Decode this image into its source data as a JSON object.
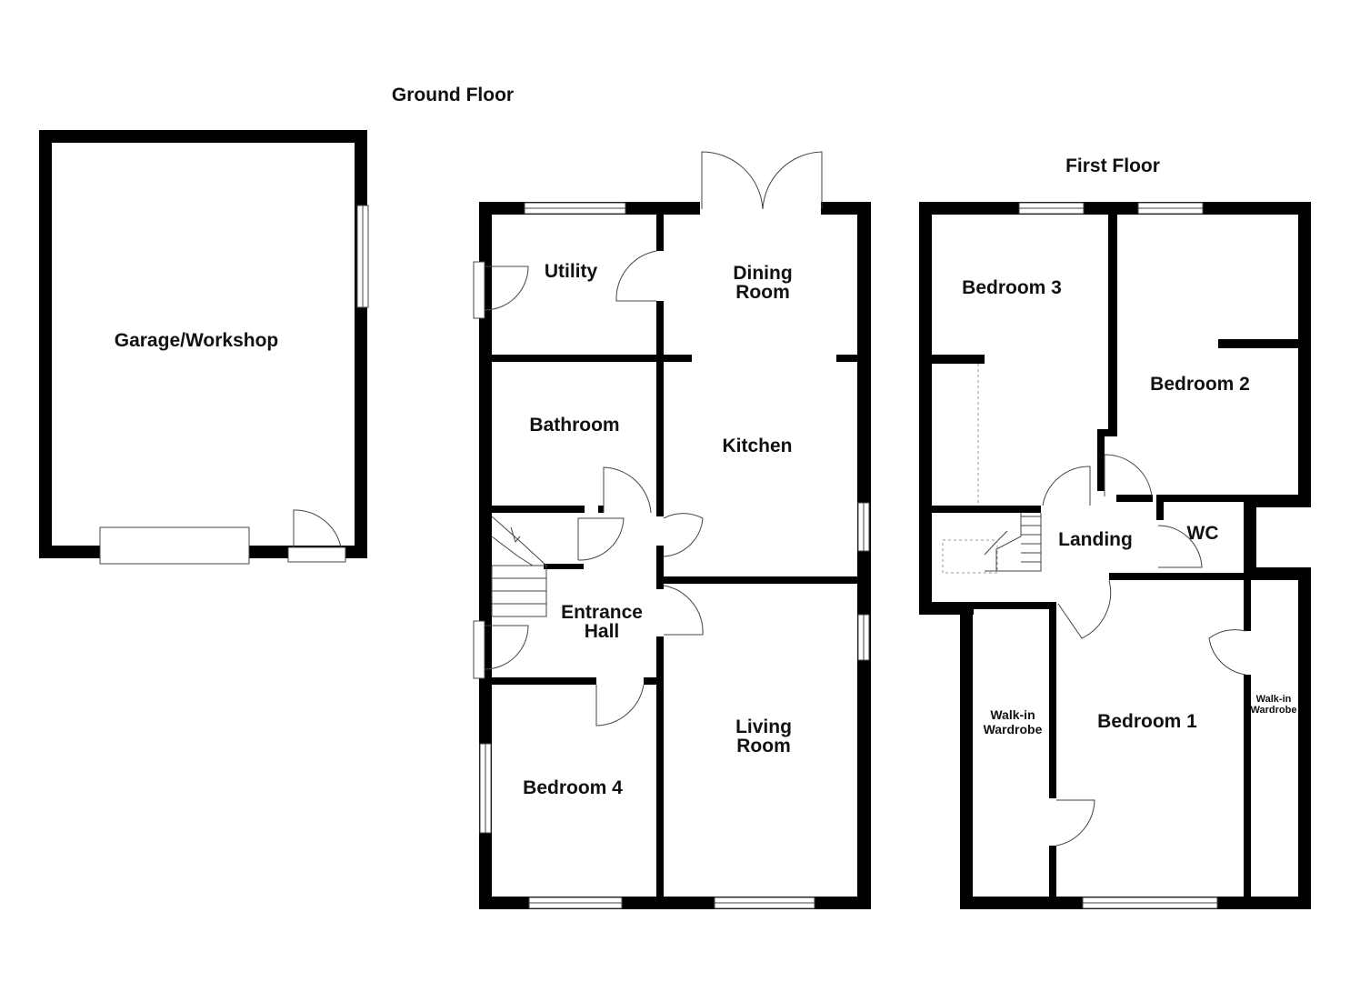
{
  "titles": {
    "ground_floor": "Ground Floor",
    "first_floor": "First Floor"
  },
  "rooms": {
    "garage": "Garage/Workshop",
    "utility": "Utility",
    "dining_1": "Dining",
    "dining_2": "Room",
    "bathroom": "Bathroom",
    "kitchen": "Kitchen",
    "entrance_1": "Entrance",
    "entrance_2": "Hall",
    "living_1": "Living",
    "living_2": "Room",
    "bedroom4": "Bedroom 4",
    "bedroom3": "Bedroom 3",
    "bedroom2": "Bedroom 2",
    "landing": "Landing",
    "wc": "WC",
    "walkin_left_1": "Walk-in",
    "walkin_left_2": "Wardrobe",
    "bedroom1": "Bedroom 1",
    "walkin_right_1": "Walk-in",
    "walkin_right_2": "Wardrobe"
  },
  "colors": {
    "wall": "#000000",
    "fixture": "#444444",
    "background": "#ffffff"
  }
}
